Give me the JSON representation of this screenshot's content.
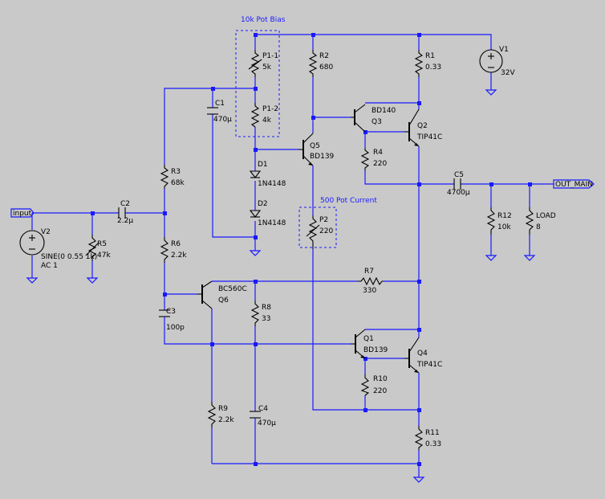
{
  "groups": {
    "bias": "10k Pot Bias",
    "current": "500 Pot Current"
  },
  "labels": {
    "p1_1": "P1-1",
    "p1_1_val": "5k",
    "p1_2": "P1-2",
    "p1_2_val": "4k",
    "r2": "R2",
    "r2_val": "680",
    "r1": "R1",
    "r1_val": "0.33",
    "v1": "V1",
    "v1_val": "32V",
    "c1": "C1",
    "c1_val": "470µ",
    "q3": "Q3",
    "q3_type": "BD140",
    "q2": "Q2",
    "q2_type": "TIP41C",
    "q5": "Q5",
    "q5_type": "BD139",
    "r4": "R4",
    "r4_val": "220",
    "r3": "R3",
    "r3_val": "68k",
    "d1": "D1",
    "d1_type": "1N4148",
    "d2": "D2",
    "d2_type": "1N4148",
    "c5": "C5",
    "c5_val": "4700µ",
    "out": "OUT_MAIN",
    "input": "input",
    "c2": "C2",
    "c2_val": "2.2µ",
    "p2": "P2",
    "p2_val": "220",
    "r12": "R12",
    "r12_val": "10k",
    "load": "LOAD",
    "load_val": "8",
    "v2": "V2",
    "v2_val1": "SINE(0 0.55 1k)",
    "v2_val2": "AC 1",
    "r5": "R5",
    "r5_val": "47k",
    "r6": "R6",
    "r6_val": "2.2k",
    "q6": "Q6",
    "q6_type": "BC560C",
    "r7": "R7",
    "r7_val": "330",
    "r8": "R8",
    "r8_val": "33",
    "c3": "C3",
    "c3_val": "100p",
    "q1": "Q1",
    "q1_type": "BD139",
    "q4": "Q4",
    "q4_type": "TIP41C",
    "r10": "R10",
    "r10_val": "220",
    "r9": "R9",
    "r9_val": "2.2k",
    "c4": "C4",
    "c4_val": "470µ",
    "r11": "R11",
    "r11_val": "0.33"
  },
  "colors": {
    "wire": "#1a1aff",
    "component": "#000000",
    "background": "#c9c9c9"
  }
}
